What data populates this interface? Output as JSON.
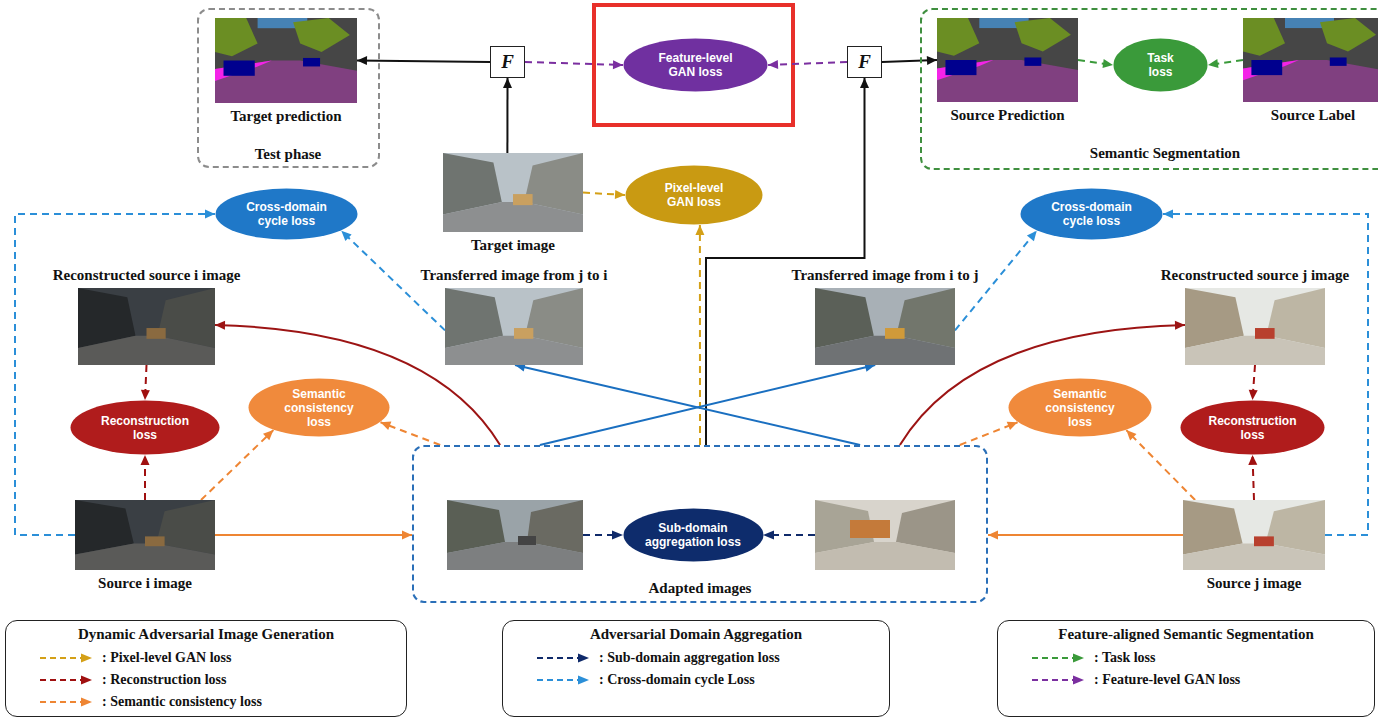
{
  "diagram": {
    "nodes": [
      {
        "text": [
          "Test phase"
        ]
      },
      {
        "text": [
          "Target prediction"
        ],
        "in": 0
      },
      {
        "text": [
          "F"
        ]
      },
      {
        "text": [
          "Feature-level GAN loss"
        ]
      },
      {
        "text": [
          "F"
        ]
      },
      {
        "text": [
          "Semantic Segmentation"
        ]
      },
      {
        "text": [
          "Source Prediction"
        ],
        "in": 5
      },
      {
        "text": [
          "Task loss"
        ],
        "in": 5
      },
      {
        "text": [
          "Source Label"
        ],
        "in": 5
      },
      {
        "text": [
          "Target image"
        ]
      },
      {
        "text": [
          "Pixel-level GAN loss"
        ]
      },
      {
        "text": [
          "Cross-domain cycle loss"
        ]
      },
      {
        "text": [
          "Cross-domain cycle loss"
        ]
      },
      {
        "text": [
          "Reconstructed source i image"
        ]
      },
      {
        "text": [
          "Transferred image from j to i"
        ]
      },
      {
        "text": [
          "Transferred image from i to j"
        ]
      },
      {
        "text": [
          "Reconstructed source j image"
        ]
      },
      {
        "text": [
          "Reconstruction loss"
        ]
      },
      {
        "text": [
          "Semantic consistency loss"
        ]
      },
      {
        "text": [
          "Semantic consistency loss"
        ]
      },
      {
        "text": [
          "Reconstruction loss"
        ]
      },
      {
        "text": [
          "Source i image"
        ]
      },
      {
        "text": [
          "Adapted images"
        ]
      },
      {
        "text": [
          "Sub-domain aggregation loss"
        ],
        "in": 22
      },
      {
        "text": [
          "Source j image"
        ]
      },
      {
        "text": [
          "Dynamic Adversarial Image Generation"
        ]
      },
      {
        "text": [
          "Adversarial Domain Aggregation"
        ]
      },
      {
        "text": [
          "Feature-aligned Semantic Segmentation"
        ]
      }
    ],
    "edges": [
      {
        "from": 2,
        "to": 1,
        "arrow": "to"
      },
      {
        "from": 9,
        "to": 2,
        "arrow": "to"
      },
      {
        "from": 2,
        "to": 3,
        "arrow": "to"
      },
      {
        "from": 4,
        "to": 3,
        "arrow": "to"
      },
      {
        "from": 4,
        "to": 6,
        "arrow": "to"
      },
      {
        "from": 6,
        "to": 7,
        "arrow": "to"
      },
      {
        "from": 8,
        "to": 7,
        "arrow": "to"
      },
      {
        "from": 9,
        "to": 10,
        "arrow": "to"
      },
      {
        "from": 22,
        "to": 10,
        "arrow": "to"
      },
      {
        "from": 22,
        "to": 4,
        "arrow": "to"
      },
      {
        "from": 21,
        "to": 22,
        "arrow": "to"
      },
      {
        "from": 24,
        "to": 22,
        "arrow": "to"
      },
      {
        "from": 21,
        "to": 17,
        "arrow": "to"
      },
      {
        "from": 13,
        "to": 17,
        "arrow": "to"
      },
      {
        "from": 22,
        "to": 13,
        "arrow": "to"
      },
      {
        "from": 22,
        "to": 15,
        "arrow": "to"
      },
      {
        "from": 22,
        "to": 14,
        "arrow": "to"
      },
      {
        "from": 14,
        "to": 11,
        "arrow": "to"
      },
      {
        "from": 21,
        "to": 11,
        "arrow": "to"
      },
      {
        "from": 15,
        "to": 12,
        "arrow": "to"
      },
      {
        "from": 24,
        "to": 12,
        "arrow": "to"
      },
      {
        "from": 21,
        "to": 18,
        "arrow": "to"
      },
      {
        "from": 22,
        "to": 18,
        "arrow": "to"
      },
      {
        "from": 22,
        "to": 16,
        "arrow": "to"
      },
      {
        "from": 22,
        "to": 19,
        "arrow": "to"
      },
      {
        "from": 24,
        "to": 19,
        "arrow": "to"
      },
      {
        "from": 16,
        "to": 20,
        "arrow": "to"
      },
      {
        "from": 24,
        "to": 20,
        "arrow": "to"
      }
    ],
    "legend": [
      {
        "text": ": Pixel-level GAN loss"
      },
      {
        "text": ": Reconstruction loss"
      },
      {
        "text": ": Semantic consistency loss"
      },
      {
        "text": ": Sub-domain aggregation loss"
      },
      {
        "text": ": Cross-domain cycle Loss"
      },
      {
        "text": ": Task loss"
      },
      {
        "text": ": Feature-level GAN loss"
      }
    ]
  }
}
